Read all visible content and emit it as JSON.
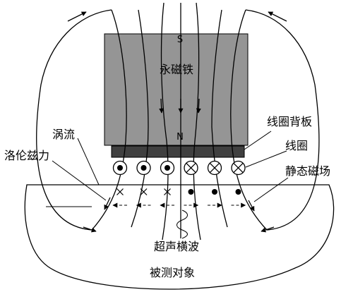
{
  "labels": {
    "magnet": "永磁铁",
    "pole_s": "S",
    "pole_n": "N",
    "coil_backplate": "线圈背板",
    "coil": "线圈",
    "eddy_current": "涡流",
    "lorentz_force": "洛伦兹力",
    "static_field": "静态磁场",
    "shear_wave": "超声横波",
    "test_object": "被测对象"
  },
  "colors": {
    "magnet_fill": "#959595",
    "backplate_fill": "#404040",
    "line": "#000000",
    "background": "#ffffff"
  },
  "coils": [
    "out",
    "out",
    "out",
    "in",
    "in",
    "in"
  ],
  "eddy_marks": [
    "in",
    "in",
    "in",
    "out",
    "out",
    "out"
  ]
}
